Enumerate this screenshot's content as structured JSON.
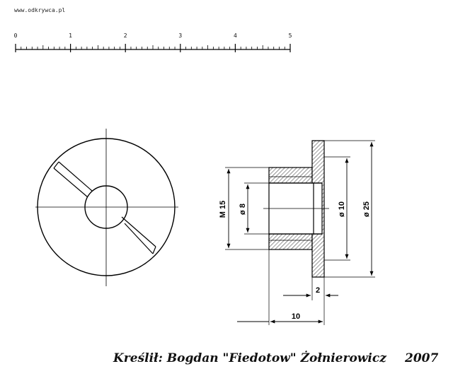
{
  "header": {
    "site_url": "www.odkrywca.pl"
  },
  "scale": {
    "numbers": [
      "0",
      "1",
      "2",
      "3",
      "4",
      "5"
    ],
    "max": 5,
    "minor_per_unit": 10
  },
  "dimensions": {
    "thread": "M 15",
    "bore": "ø 8",
    "hub": "ø 10",
    "flange": "ø 25",
    "flange_thickness": "2",
    "total_length": "10"
  },
  "footer": {
    "signature": "Kreślił: Bogdan \"Fiedotow\" Żołnierowicz",
    "year": "2007"
  },
  "colors": {
    "ink": "#000000",
    "paper": "#ffffff"
  }
}
